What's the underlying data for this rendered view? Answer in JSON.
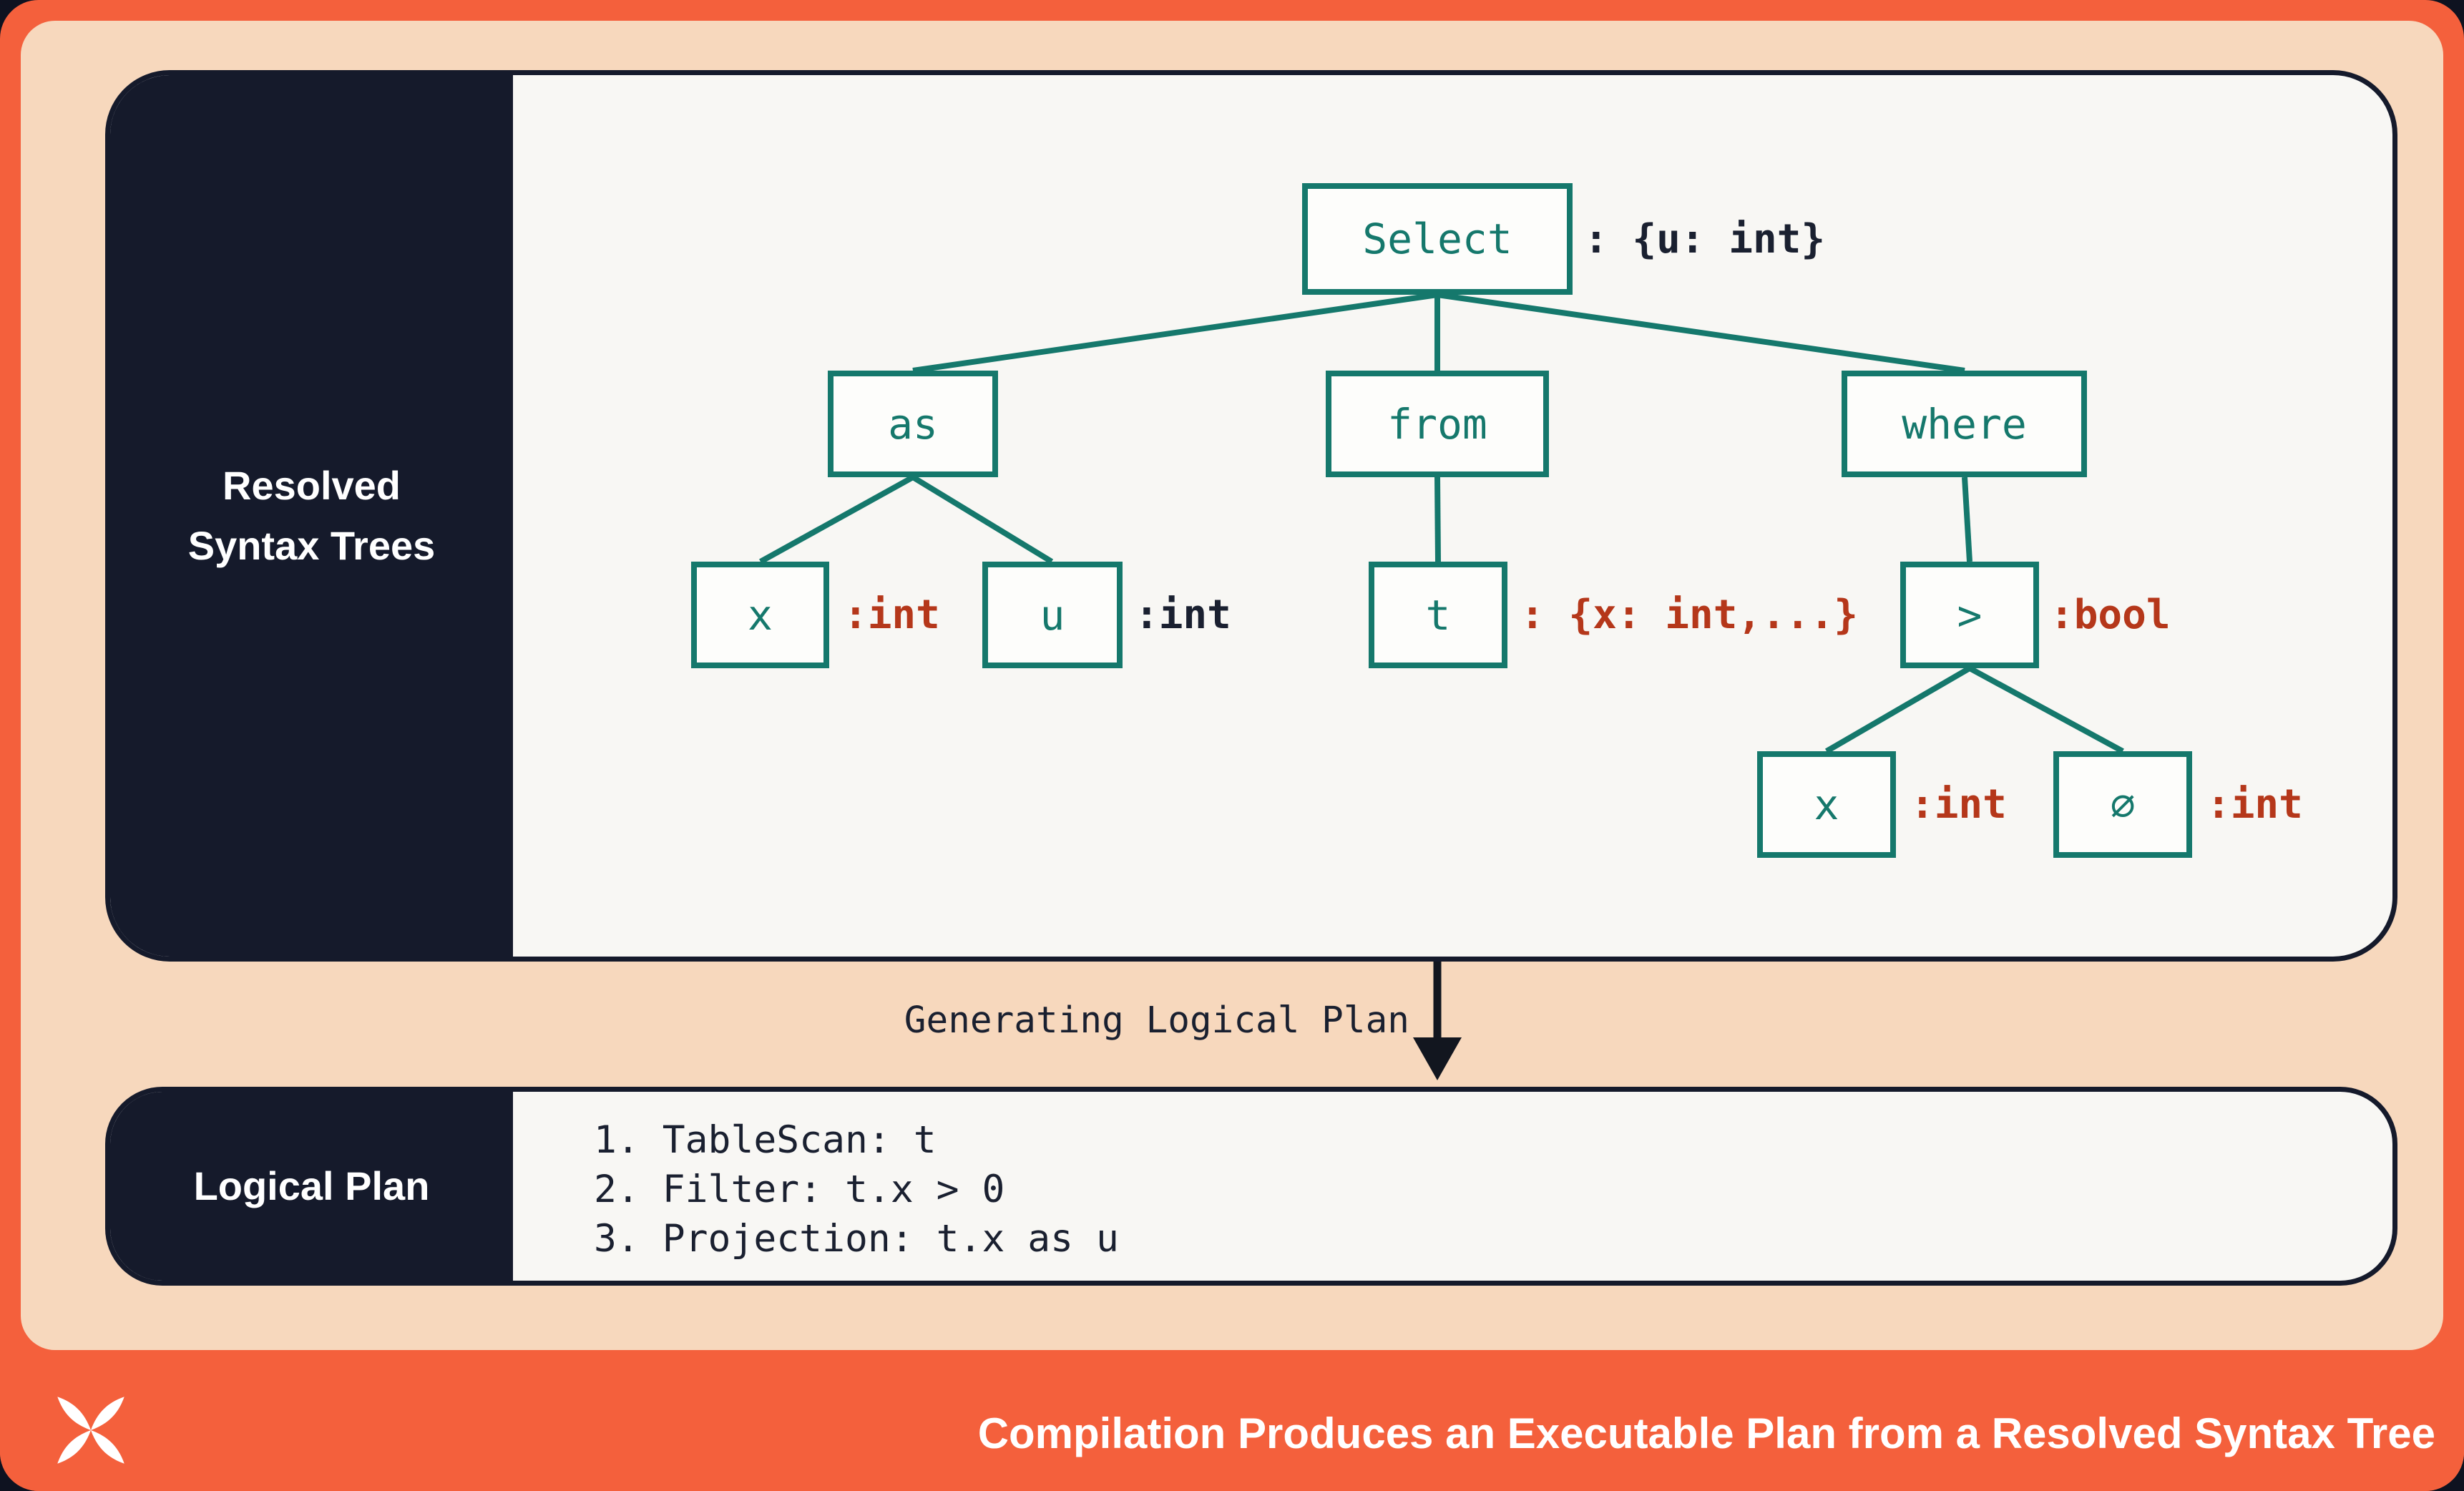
{
  "palette": {
    "background_peach": "#F7D8BD",
    "accent_orange": "#F4603C",
    "dark_navy": "#151A2B",
    "panel_offwhite": "#F8F7F4",
    "node_teal": "#15786C",
    "type_red": "#B5371A"
  },
  "resolved_syntax_trees": {
    "sidebar_label_lines": [
      "Resolved",
      "Syntax Trees"
    ],
    "tree": {
      "nodes": [
        {
          "label": "Select",
          "annotation": ": {u: int}",
          "annotation_style": "dark"
        },
        {
          "label": "as"
        },
        {
          "label": "from"
        },
        {
          "label": "where"
        },
        {
          "label": "x",
          "annotation": ":int",
          "annotation_style": "red"
        },
        {
          "label": "u",
          "annotation": ":int",
          "annotation_style": "dark"
        },
        {
          "label": "t",
          "annotation": ": {x: int,...}",
          "annotation_style": "red"
        },
        {
          "label": ">",
          "annotation": ":bool",
          "annotation_style": "red"
        },
        {
          "label": "x",
          "annotation": ":int",
          "annotation_style": "red"
        },
        {
          "label": "∅",
          "annotation": ":int",
          "annotation_style": "red"
        }
      ],
      "edges": [
        [
          "Select",
          "as"
        ],
        [
          "Select",
          "from"
        ],
        [
          "Select",
          "where"
        ],
        [
          "as",
          "x"
        ],
        [
          "as",
          "u"
        ],
        [
          "from",
          "t"
        ],
        [
          "where",
          ">"
        ],
        [
          ">",
          "x"
        ],
        [
          ">",
          "∅"
        ]
      ]
    }
  },
  "transition": {
    "label": "Generating Logical Plan"
  },
  "logical_plan": {
    "sidebar_label": "Logical Plan",
    "steps": [
      "1. TableScan: t",
      "2. Filter: t.x > 0",
      "3. Projection: t.x as u"
    ]
  },
  "footer": {
    "logo": "pinwheel-x-logo",
    "title": "Compilation Produces an Executable Plan from a Resolved Syntax Tree"
  }
}
